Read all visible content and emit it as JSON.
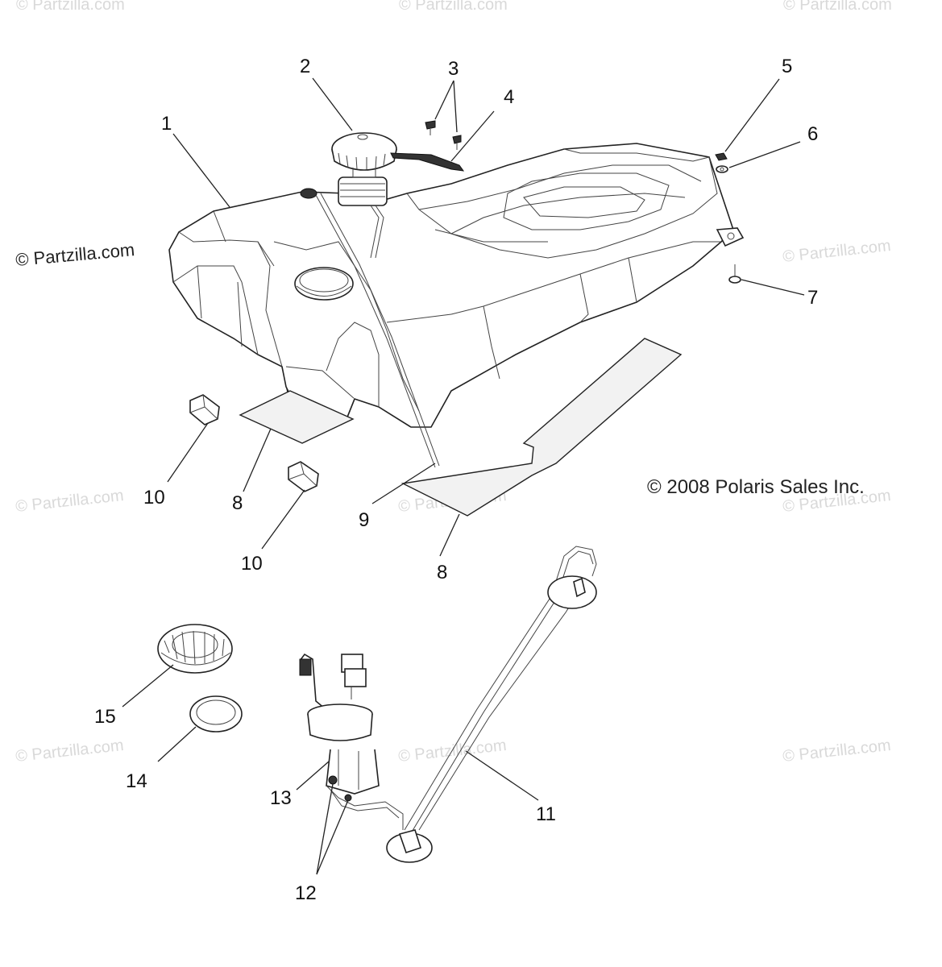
{
  "watermarks": {
    "partzilla": "© Partzilla.com",
    "polaris": "© 2008 Polaris Sales Inc."
  },
  "callouts": {
    "c1": "1",
    "c2": "2",
    "c3": "3",
    "c4": "4",
    "c5": "5",
    "c6": "6",
    "c7": "7",
    "c8a": "8",
    "c8b": "8",
    "c9": "9",
    "c10a": "10",
    "c10b": "10",
    "c11": "11",
    "c12": "12",
    "c13": "13",
    "c14": "14",
    "c15": "15"
  }
}
